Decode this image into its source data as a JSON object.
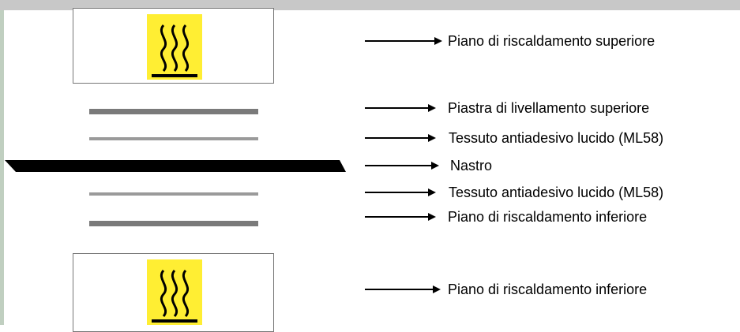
{
  "colors": {
    "heat_icon_background": "#ffee33",
    "dark_layer": "#7a7a7a",
    "light_layer": "#9a9a9a",
    "tape": "#000000"
  },
  "icons": {
    "top_heater": "heat-waves-icon",
    "bottom_heater": "heat-waves-icon"
  },
  "labels": [
    "Piano di riscaldamento superiore",
    "Piastra di livellamento superiore",
    "Tessuto antiadesivo lucido (ML58)",
    "Nastro",
    "Tessuto antiadesivo lucido (ML58)",
    "Piano di riscaldamento inferiore",
    "Piano di riscaldamento inferiore"
  ]
}
